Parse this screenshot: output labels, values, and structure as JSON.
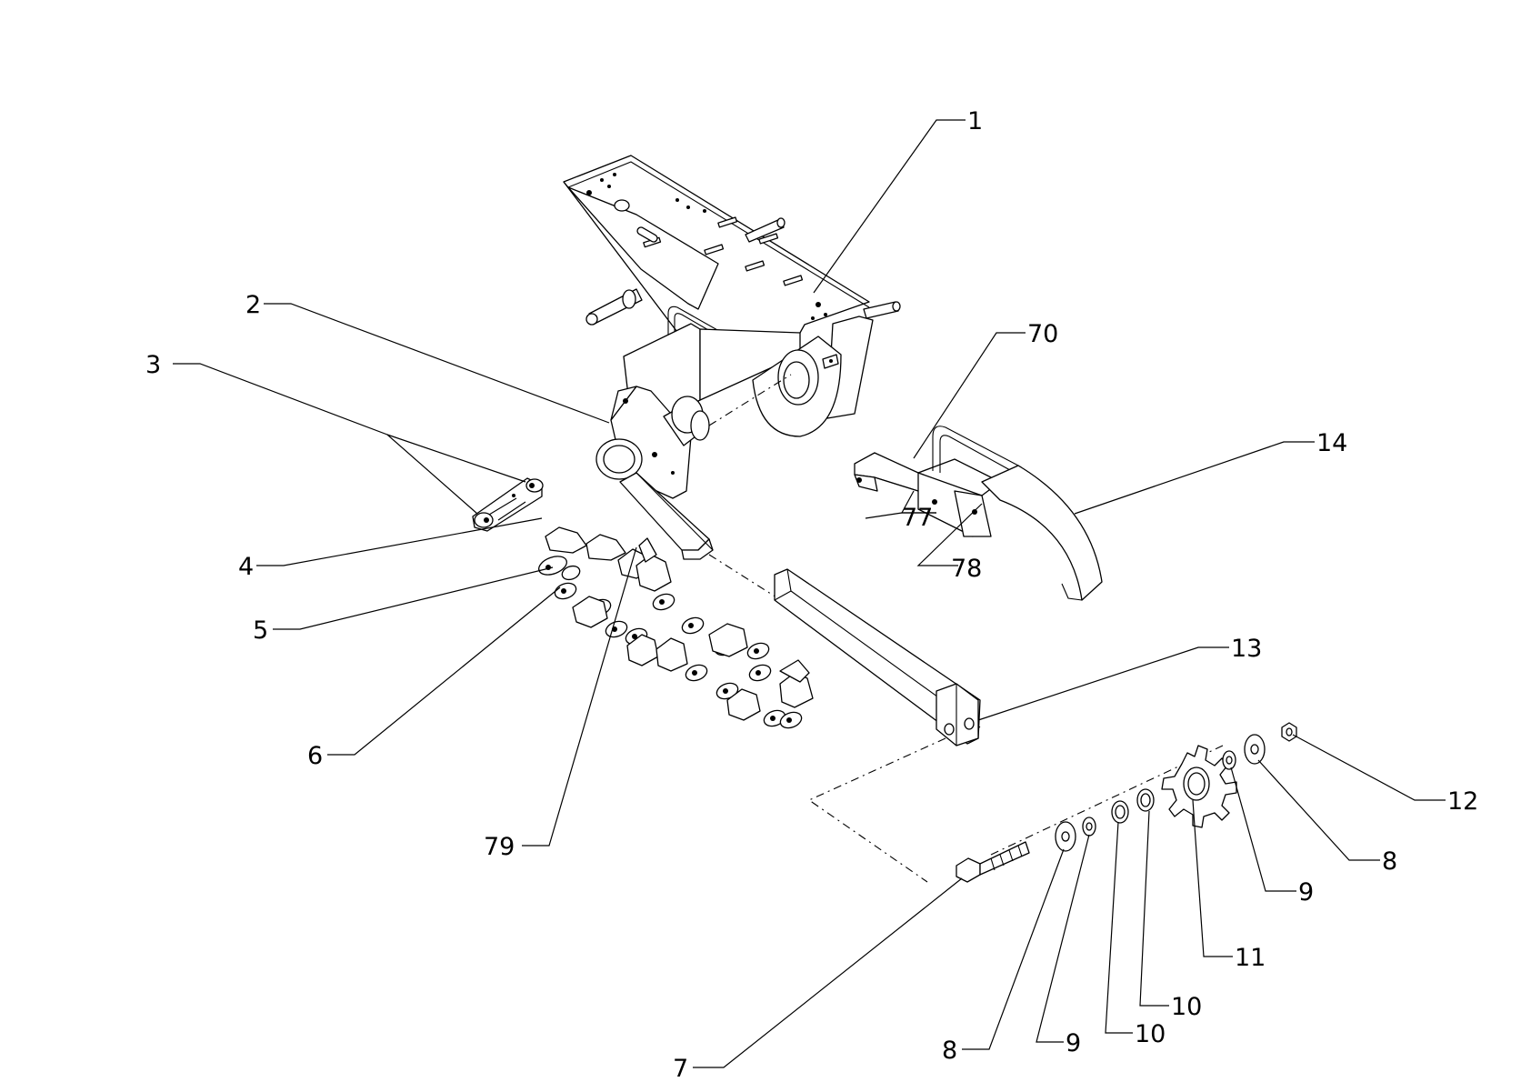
{
  "diagram": {
    "callouts": [
      {
        "id": "c1",
        "label": "1"
      },
      {
        "id": "c2",
        "label": "2"
      },
      {
        "id": "c3",
        "label": "3"
      },
      {
        "id": "c4",
        "label": "4"
      },
      {
        "id": "c5",
        "label": "5"
      },
      {
        "id": "c6",
        "label": "6"
      },
      {
        "id": "c7",
        "label": "7"
      },
      {
        "id": "c8a",
        "label": "8"
      },
      {
        "id": "c8b",
        "label": "8"
      },
      {
        "id": "c9a",
        "label": "9"
      },
      {
        "id": "c9b",
        "label": "9"
      },
      {
        "id": "c10a",
        "label": "10"
      },
      {
        "id": "c10b",
        "label": "10"
      },
      {
        "id": "c11",
        "label": "11"
      },
      {
        "id": "c12",
        "label": "12"
      },
      {
        "id": "c13",
        "label": "13"
      },
      {
        "id": "c14",
        "label": "14"
      },
      {
        "id": "c70",
        "label": "70"
      },
      {
        "id": "c77",
        "label": "77"
      },
      {
        "id": "c78",
        "label": "78"
      },
      {
        "id": "c79",
        "label": "79"
      }
    ]
  }
}
